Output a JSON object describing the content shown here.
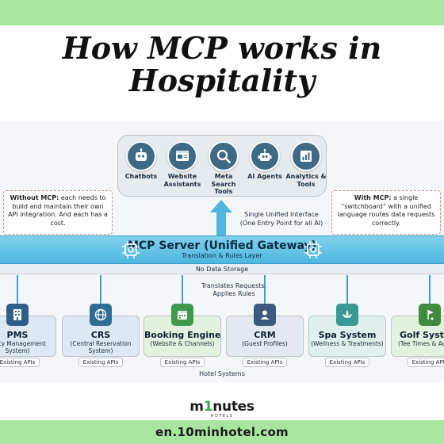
{
  "title": {
    "line1": "How MCP works in",
    "line2": "Hospitality"
  },
  "agents": [
    {
      "icon": "chatbot-robot-icon",
      "label": "Chatbots",
      "color": "#3f6a86"
    },
    {
      "icon": "website-browser-icon",
      "label": "Website Assistants",
      "color": "#3f6a86"
    },
    {
      "icon": "magnifier-search-icon",
      "label": "Meta Search Tools",
      "color": "#3f6a86"
    },
    {
      "icon": "ai-robot-icon",
      "label": "AI Agents",
      "color": "#3f6a86"
    },
    {
      "icon": "analytics-chart-icon",
      "label": "Analytics & Tools",
      "color": "#3f6a86"
    }
  ],
  "notes": {
    "without": {
      "bold": "Without MCP:",
      "text": " each needs to build and maintain their own API integration. And each has a cost."
    },
    "with": {
      "bold": "With MCP:",
      "text": " a single “switchboard” with a unified language routes data requests correctly."
    }
  },
  "interface": {
    "line1": "Single Unified Interface",
    "line2": "(One Entry Point for all AI)"
  },
  "mcp": {
    "title": "MCP Server (Unified Gateway)",
    "subtitle": "Translation & Rules Layer"
  },
  "storage": "No Data Storage",
  "translate": {
    "line1": "Translates Requests,",
    "line2": "Applies Rules"
  },
  "systems": [
    {
      "name": "PMS",
      "desc_line1": "perty Management",
      "desc_line2": "System)",
      "api": "Existing APIs",
      "icon": "building-icon",
      "bg": "#dde8f2",
      "icon_bg": "#2d5f8a"
    },
    {
      "name": "CRS",
      "desc_line1": "(Central Reservation",
      "desc_line2": "System)",
      "api": "Existing APIs",
      "icon": "globe-icon",
      "bg": "#dde8f2",
      "icon_bg": "#2f6d95"
    },
    {
      "name": "Booking Engine",
      "desc_line1": "(Website & Channels)",
      "desc_line2": "",
      "api": "Existing APIs",
      "icon": "calendar-icon",
      "bg": "#e3f1df",
      "icon_bg": "#3f9a4e"
    },
    {
      "name": "CRM",
      "desc_line1": "(Guest Profiles)",
      "desc_line2": "",
      "api": "Existing APIs",
      "icon": "person-icon",
      "bg": "#e4e8f0",
      "icon_bg": "#3c5a7e"
    },
    {
      "name": "Spa System",
      "desc_line1": "(Wellness & Treatments)",
      "desc_line2": "",
      "api": "Existing APIs",
      "icon": "lotus-icon",
      "bg": "#dff0ef",
      "icon_bg": "#3a9a93"
    },
    {
      "name": "Golf Syste",
      "desc_line1": "(Tee Times & Act",
      "desc_line2": "",
      "api": "Existing APIs",
      "icon": "golf-flag-icon",
      "bg": "#e3f1df",
      "icon_bg": "#3f8a3e"
    }
  ],
  "hotel_systems": "Hotel Systems",
  "logo": {
    "pre": "m",
    "mark": "1",
    "post": "nutes",
    "sub": "HOTELS"
  },
  "footer_url": "en.10minhotel.com"
}
